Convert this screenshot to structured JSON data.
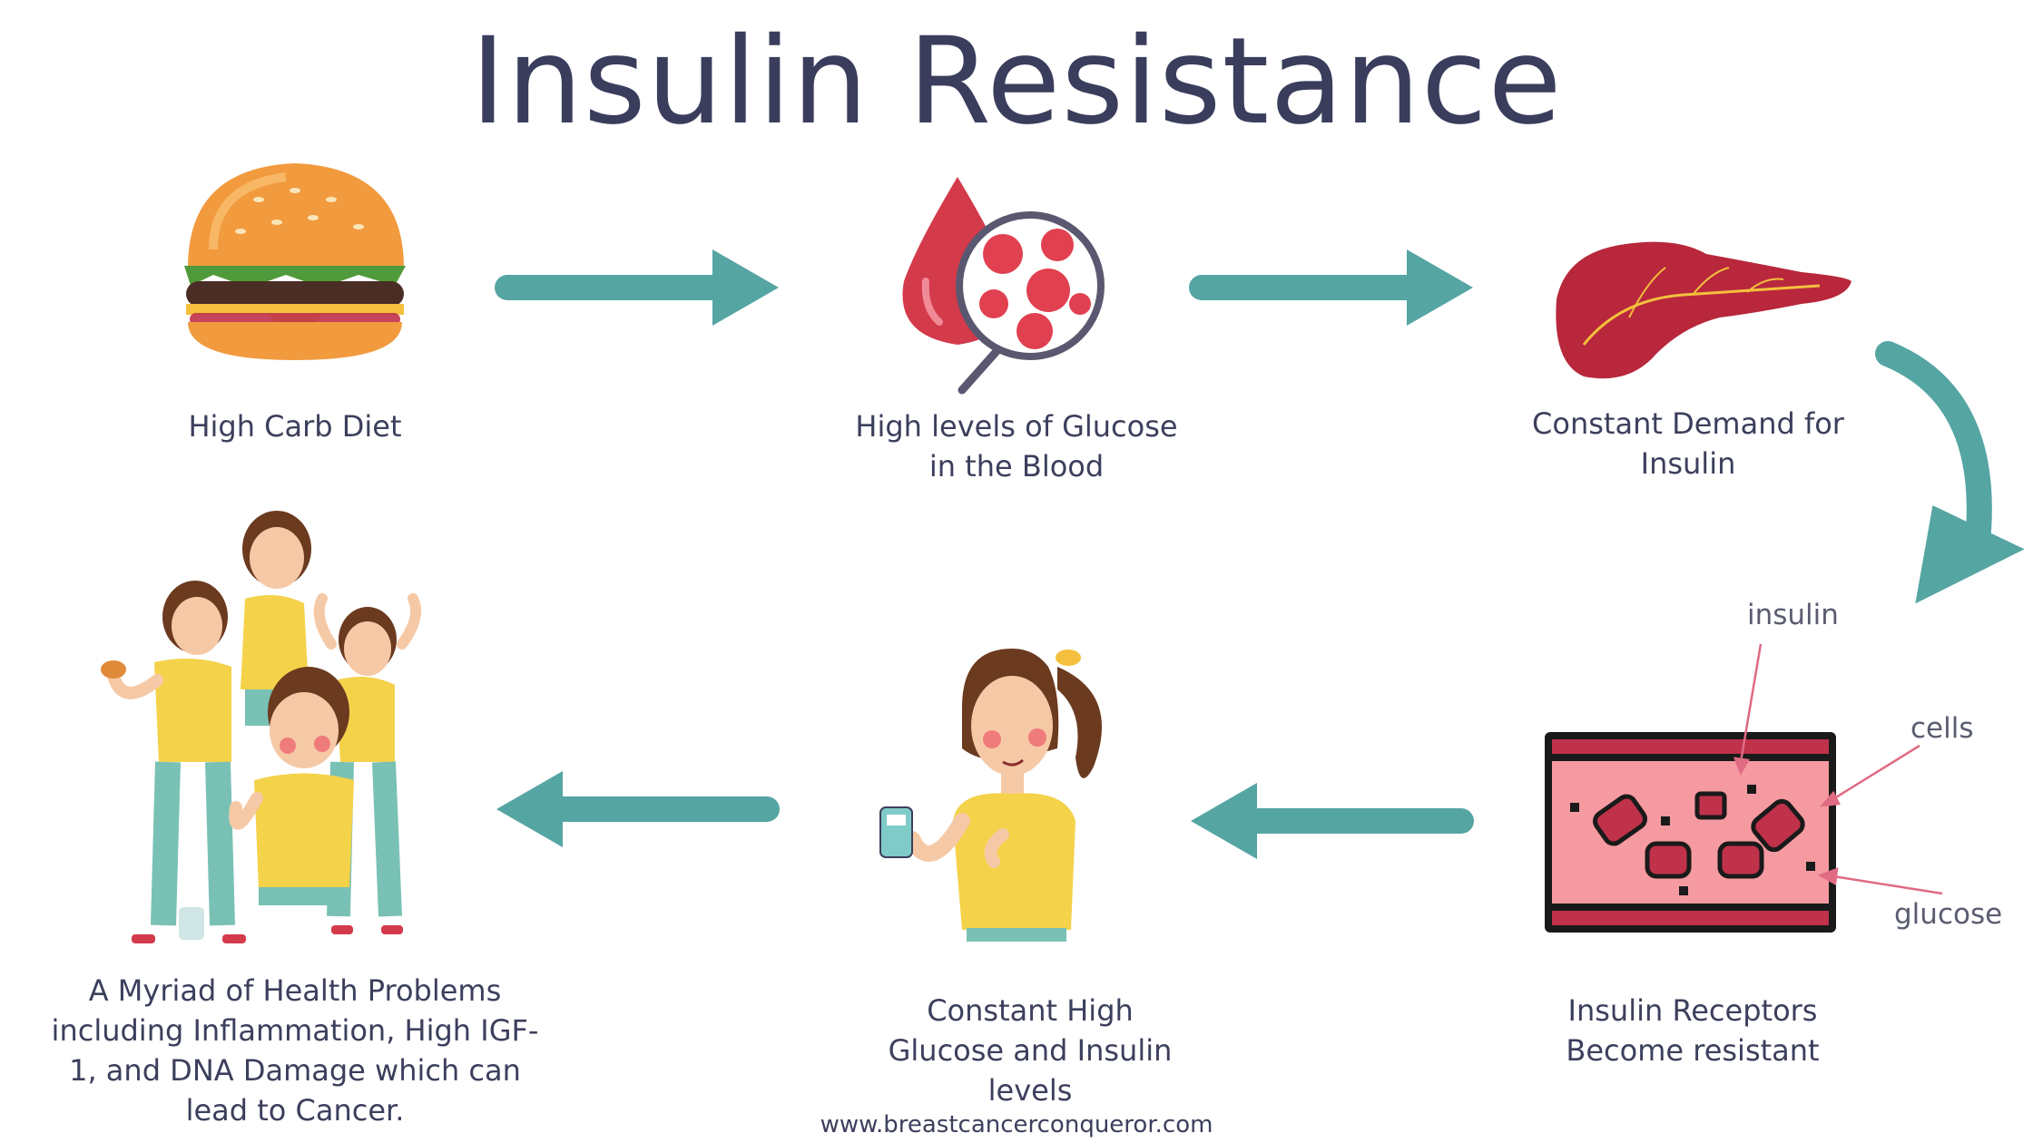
{
  "title": "Insulin Resistance",
  "steps": [
    {
      "label": "High Carb Diet",
      "icon": "burger-icon"
    },
    {
      "label": "High levels of Glucose in the Blood",
      "icon": "blood-glucose-icon"
    },
    {
      "label": "Constant Demand for Insulin",
      "icon": "pancreas-icon"
    },
    {
      "label": "Insulin Receptors Become resistant",
      "icon": "blood-vessel-icon"
    },
    {
      "label": "Constant High Glucose and Insulin levels",
      "icon": "woman-glucose-meter-icon"
    },
    {
      "label": "A Myriad of Health Problems including Inflammation, High IGF-1, and DNA Damage which can lead to Cancer.",
      "icon": "health-problems-icon"
    }
  ],
  "vessel_annotations": {
    "insulin": "insulin",
    "cells": "cells",
    "glucose": "glucose"
  },
  "footer": "www.breastcancerconqueror.com",
  "colors": {
    "arrow": "#55a5a3",
    "title": "#3a3d5c",
    "text": "#3c3f5c",
    "pointer": "#e06b83",
    "blood": "#d33a4a"
  }
}
